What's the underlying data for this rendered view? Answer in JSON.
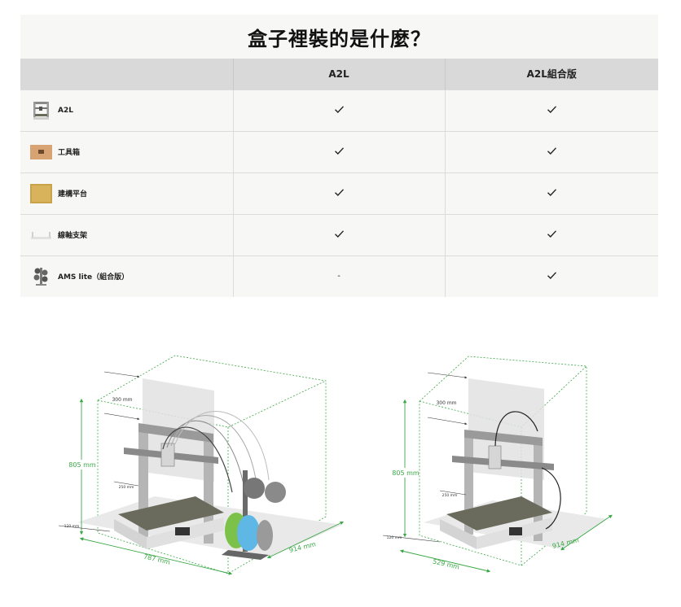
{
  "title": "盒子裡裝的是什麼？",
  "table": {
    "headers": [
      "",
      "A2L",
      "A2L組合版"
    ],
    "rows": [
      {
        "icon": "printer-thumbnail",
        "label": "A2L",
        "a2l": "check",
        "combo": "check"
      },
      {
        "icon": "toolbox-thumbnail",
        "label": "工具箱",
        "a2l": "check",
        "combo": "check"
      },
      {
        "icon": "build-plate-thumbnail",
        "label": "建構平台",
        "a2l": "check",
        "combo": "check"
      },
      {
        "icon": "spool-holder-thumbnail",
        "label": "線軸支架",
        "a2l": "check",
        "combo": "check"
      },
      {
        "icon": "ams-lite-thumbnail",
        "label": "AMS lite（組合版）",
        "a2l": "-",
        "combo": "check"
      }
    ]
  },
  "diagrams": {
    "left": {
      "height": "805 mm",
      "depth": "914 mm",
      "width": "787 mm",
      "top_gap": "300 mm",
      "mid_gap": "250 mm",
      "bottom_gap": "120 mm"
    },
    "right": {
      "height": "805 mm",
      "depth": "914 mm",
      "width": "529 mm",
      "top_gap": "300 mm",
      "mid_gap": "250 mm",
      "bottom_gap": "120 mm"
    }
  },
  "colors": {
    "dimension_line": "#3aa845",
    "header_bg": "#d9d9d9",
    "section_bg": "#f7f7f5"
  }
}
